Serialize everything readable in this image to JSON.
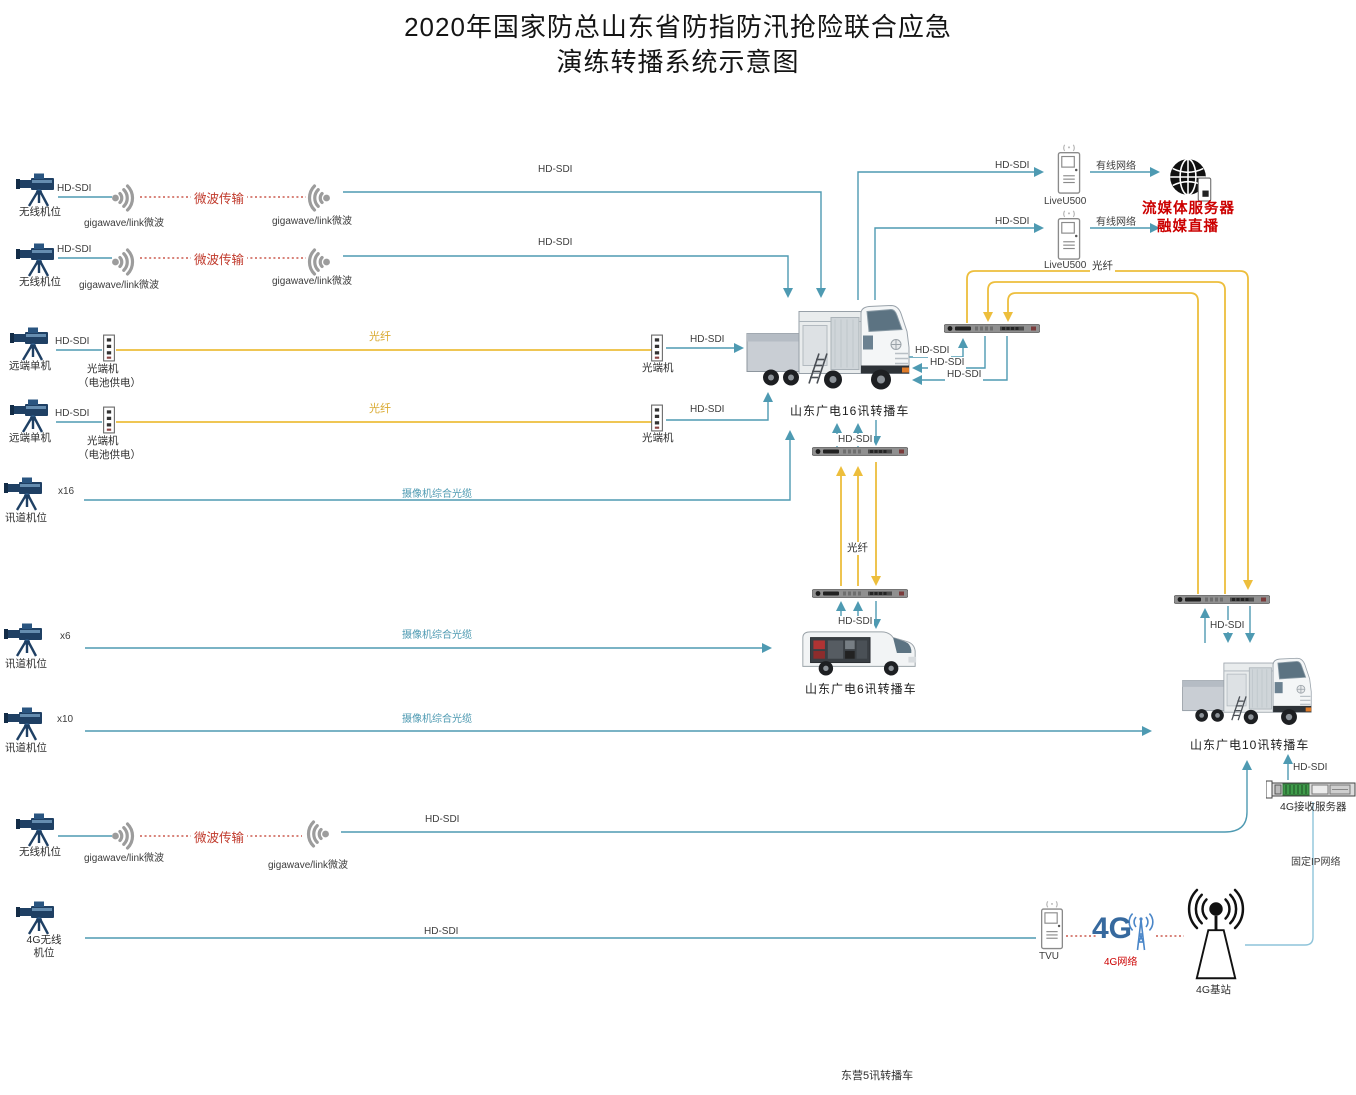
{
  "title": {
    "line1": "2020年国家防总山东省防指防汛抢险联合应急",
    "line2": "演练转播系统示意图"
  },
  "link_labels": {
    "hd_sdi": "HD-SDI",
    "microwave": "微波传输",
    "gigawave": "gigawave/link微波",
    "fiber": "光纤",
    "wired_network": "有线网络",
    "camera_fiber": "摄像机综合光缆",
    "fixed_ip": "固定IP网络",
    "network_4g": "4G网络"
  },
  "sources": {
    "wireless": "无线机位",
    "remote_single": "远端单机",
    "channel": "讯道机位",
    "wireless_4g_l1": "4G无线",
    "wireless_4g_l2": "机位",
    "count16": "x16",
    "count6": "x6",
    "count10": "x10"
  },
  "devices": {
    "optical_terminal": "光端机",
    "battery": "（电池供电）",
    "liveu500": "LiveU500",
    "stream_server": "流媒体服务器",
    "stream_live": "融媒直播",
    "truck16": "山东广电16讯转播车",
    "truck6": "山东广电6讯转播车",
    "truck10": "山东广电10讯转播车",
    "truck5": "东营5讯转播车",
    "tvu": "TVU",
    "logo_4g": "4G",
    "base_4g": "4G基站",
    "recv_4g": "4G接收服务器"
  },
  "colors": {
    "teal_line": "#4e9ab2",
    "fiber_gold": "#edbe3c",
    "microwave_red": "#c0392b",
    "accent_red": "#cc0000",
    "camera_navy": "#1f4064",
    "fixed_ip_blue": "#8ec4da",
    "fiber_text_gold": "#d9a92f",
    "label_gray": "#3c3c3c"
  }
}
